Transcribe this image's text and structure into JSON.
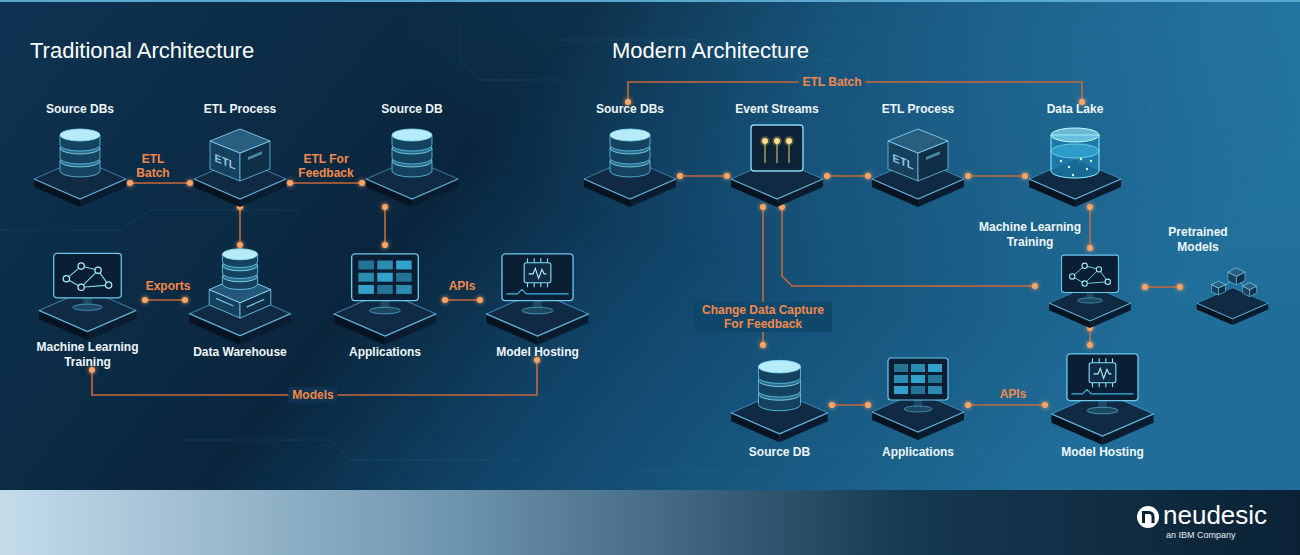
{
  "diagram": {
    "nodes": [
      {
        "text": [
          "Source DBs"
        ]
      },
      {
        "text": [
          "ETL Process"
        ]
      },
      {
        "text": [
          "Source DB"
        ]
      },
      {
        "text": [
          "Machine Learning Training"
        ]
      },
      {
        "text": [
          "Data Warehouse"
        ]
      },
      {
        "text": [
          "Applications"
        ]
      },
      {
        "text": [
          "Model Hosting"
        ]
      },
      {
        "text": [
          "Source DBs"
        ]
      },
      {
        "text": [
          "Event Streams"
        ]
      },
      {
        "text": [
          "ETL Process"
        ]
      },
      {
        "text": [
          "Data Lake"
        ]
      },
      {
        "text": [
          "Machine Learning Training"
        ]
      },
      {
        "text": [
          "Pretrained Models"
        ]
      },
      {
        "text": [
          "Source DB"
        ]
      },
      {
        "text": [
          "Applications"
        ]
      },
      {
        "text": [
          "Model Hosting"
        ]
      }
    ],
    "edges": [
      {
        "from": 0,
        "to": 1,
        "label": "ETL Batch",
        "arrow": "none"
      },
      {
        "from": 1,
        "to": 2,
        "label": "ETL For Feedback",
        "arrow": "none"
      },
      {
        "from": 1,
        "to": 4,
        "arrow": "none"
      },
      {
        "from": 2,
        "to": 5,
        "arrow": "none"
      },
      {
        "from": 4,
        "to": 3,
        "label": "Exports",
        "arrow": "none"
      },
      {
        "from": 5,
        "to": 6,
        "label": "APIs",
        "arrow": "none"
      },
      {
        "from": 3,
        "to": 6,
        "label": "Models",
        "arrow": "none"
      },
      {
        "from": 7,
        "to": 10,
        "label": "ETL Batch",
        "arrow": "none"
      },
      {
        "from": 7,
        "to": 8,
        "arrow": "none"
      },
      {
        "from": 8,
        "to": 9,
        "arrow": "none"
      },
      {
        "from": 9,
        "to": 10,
        "arrow": "none"
      },
      {
        "from": 10,
        "to": 11,
        "arrow": "none"
      },
      {
        "from": 8,
        "to": 11,
        "arrow": "none"
      },
      {
        "from": 12,
        "to": 11,
        "arrow": "none"
      },
      {
        "from": 11,
        "to": 15,
        "arrow": "none"
      },
      {
        "from": 13,
        "to": 8,
        "label": "Change Data Capture For Feedback",
        "arrow": "none"
      },
      {
        "from": 13,
        "to": 14,
        "arrow": "none"
      },
      {
        "from": 14,
        "to": 15,
        "label": "APIs",
        "arrow": "none"
      }
    ],
    "labels": [
      "Traditional Architecture",
      "ETL",
      "Modern Architecture",
      "ETL",
      "neudesic",
      "an IBM Company"
    ]
  }
}
